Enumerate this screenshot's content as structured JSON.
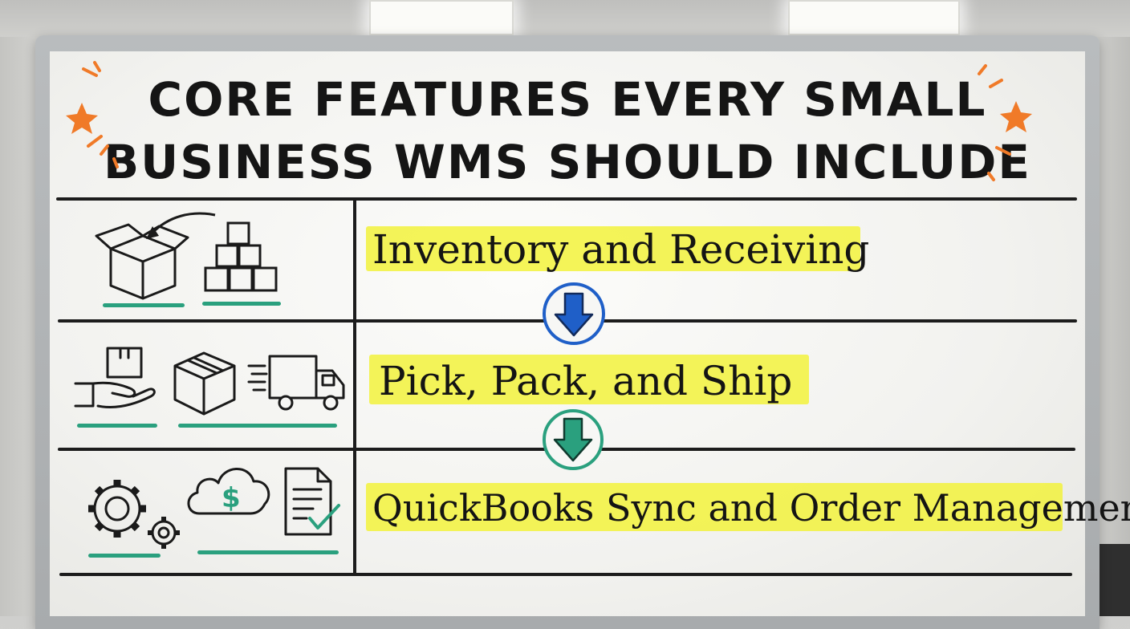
{
  "board": {
    "title_line1": "CORE FEATURES EVERY SMALL",
    "title_line2": "BUSINESS WMS SHOULD INCLUDE",
    "rows": [
      {
        "label": "Inventory and Receiving",
        "icons": [
          "open-box-icon",
          "stacked-boxes-icon"
        ]
      },
      {
        "label": "Pick, Pack, and Ship",
        "icons": [
          "hand-box-icon",
          "package-icon",
          "delivery-truck-icon"
        ]
      },
      {
        "label": "QuickBooks Sync and Order Management",
        "icons": [
          "gears-icon",
          "cloud-dollar-icon",
          "document-check-icon"
        ]
      }
    ],
    "arrows": [
      "blue-down-arrow-icon",
      "green-down-arrow-icon"
    ],
    "colors": {
      "highlight": "#f2f23c",
      "accent_green": "#2aa07e",
      "arrow_blue": "#1f5fc8",
      "star_orange": "#f07a28",
      "ink": "#141414"
    }
  }
}
